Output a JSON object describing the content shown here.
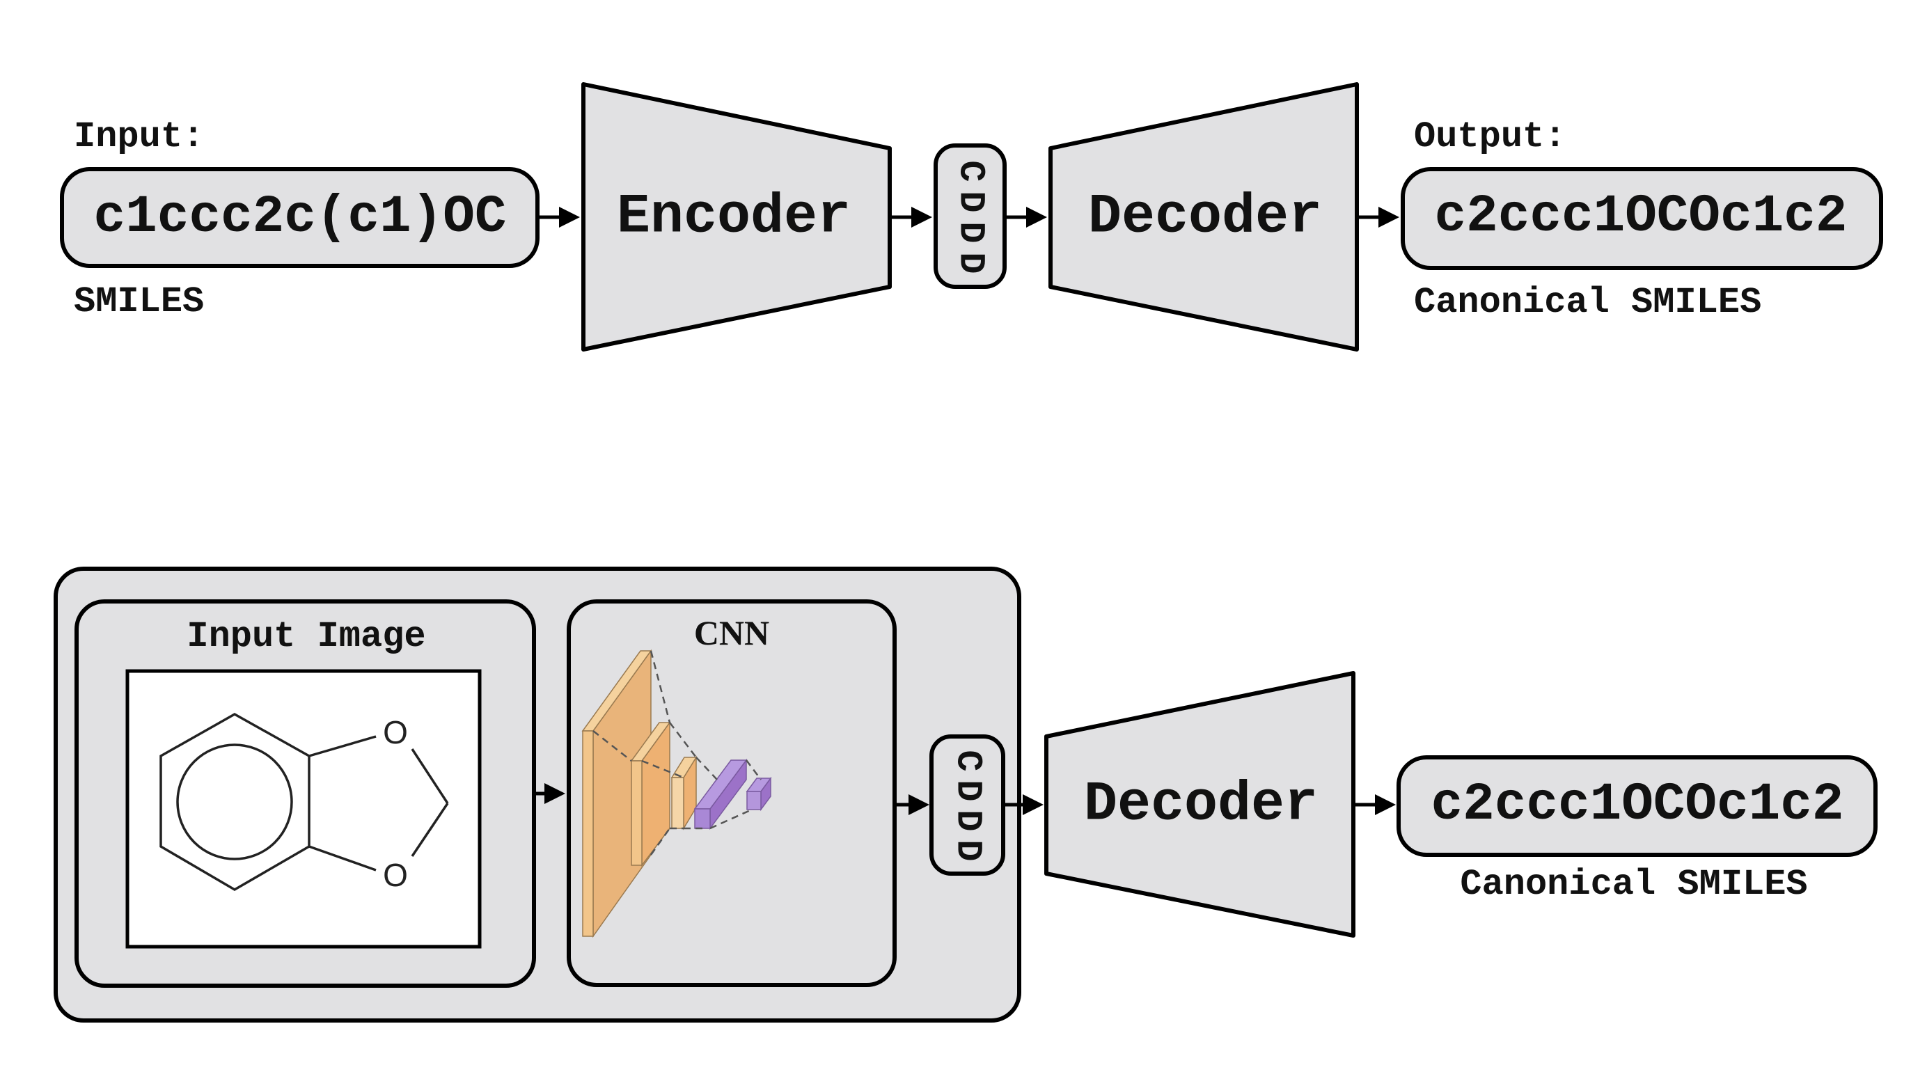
{
  "top_pipeline": {
    "input_label": "Input:",
    "input_smiles": "c1ccc2c(c1)OC",
    "input_caption": "SMILES",
    "encoder_label": "Encoder",
    "latent_label": [
      "C",
      "D",
      "D",
      "D"
    ],
    "decoder_label": "Decoder",
    "output_label": "Output:",
    "output_smiles": "c2ccc1OCOc1c2",
    "output_caption": "Canonical SMILES"
  },
  "bottom_pipeline": {
    "input_image_title": "Input Image",
    "molecule_atoms": [
      "O",
      "O"
    ],
    "cnn_title": "CNN",
    "latent_label": [
      "C",
      "D",
      "D",
      "D"
    ],
    "decoder_label": "Decoder",
    "output_smiles": "c2ccc1OCOc1c2",
    "output_caption": "Canonical SMILES"
  },
  "colors": {
    "box_fill": "#e1e1e3",
    "cnn_conv": "#ecb87a",
    "cnn_dense": "#a77fcf"
  }
}
